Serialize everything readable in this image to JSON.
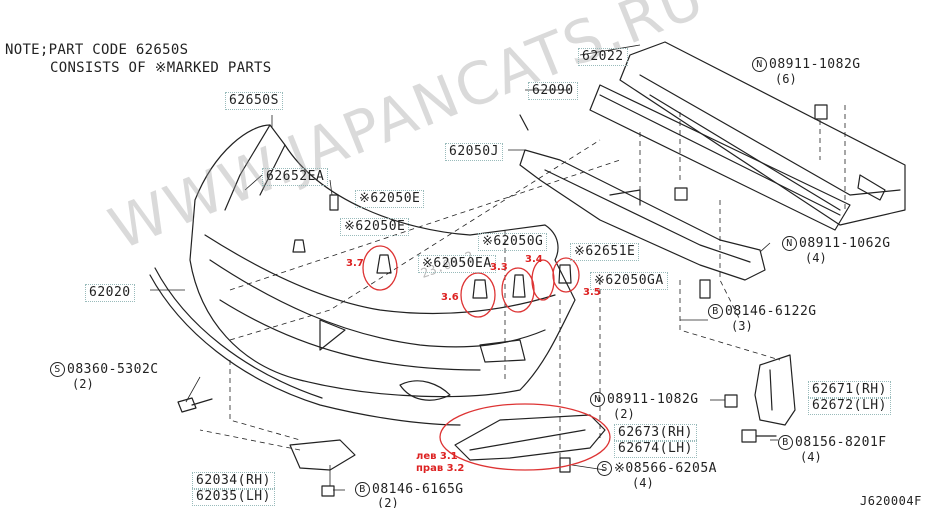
{
  "note": {
    "line1": "NOTE;PART CODE 62650S",
    "line2": "CONSISTS OF ※MARKED PARTS"
  },
  "watermark": "WWW.JAPANCATS.RU",
  "stamp": "23.05.2",
  "diagram_code": "J620004F",
  "labels": {
    "p62650S": "62650S",
    "p62652EA": "62652EA",
    "p62050E_1": "※62050E",
    "p62050E_2": "※62050E",
    "p62050G": "※62050G",
    "p62651E": "※62651E",
    "p62050EA": "※62050EA",
    "p62050GA": "※62050GA",
    "p62020": "62020",
    "p62022": "62022",
    "p62090": "62090",
    "p62050J": "62050J",
    "p62671": "62671(RH)",
    "p62672": "62672(LH)",
    "p62673": "62673(RH)",
    "p62674": "62674(LH)",
    "p62034": "62034(RH)",
    "p62035": "62035(LH)"
  },
  "fasteners": [
    {
      "symbol": "N",
      "code": "08911-1082G",
      "qty": "(6)"
    },
    {
      "symbol": "N",
      "code": "08911-1062G",
      "qty": "(4)"
    },
    {
      "symbol": "B",
      "code": "08146-6122G",
      "qty": "(3)"
    },
    {
      "symbol": "S",
      "code": "08360-5302C",
      "qty": "(2)"
    },
    {
      "symbol": "N",
      "code": "08911-1082G",
      "qty": "(2)"
    },
    {
      "symbol": "B",
      "code": "08156-8201F",
      "qty": "(4)"
    },
    {
      "symbol": "S",
      "code": "※08566-6205A",
      "qty": "(4)"
    },
    {
      "symbol": "B",
      "code": "08146-6165G",
      "qty": "(2)"
    }
  ],
  "annotations": {
    "a37": "3.7",
    "a36": "3.6",
    "a33": "3.3",
    "a34": "3.4",
    "a35": "3.5",
    "left": "лев 3.1",
    "right": "прав 3.2"
  }
}
